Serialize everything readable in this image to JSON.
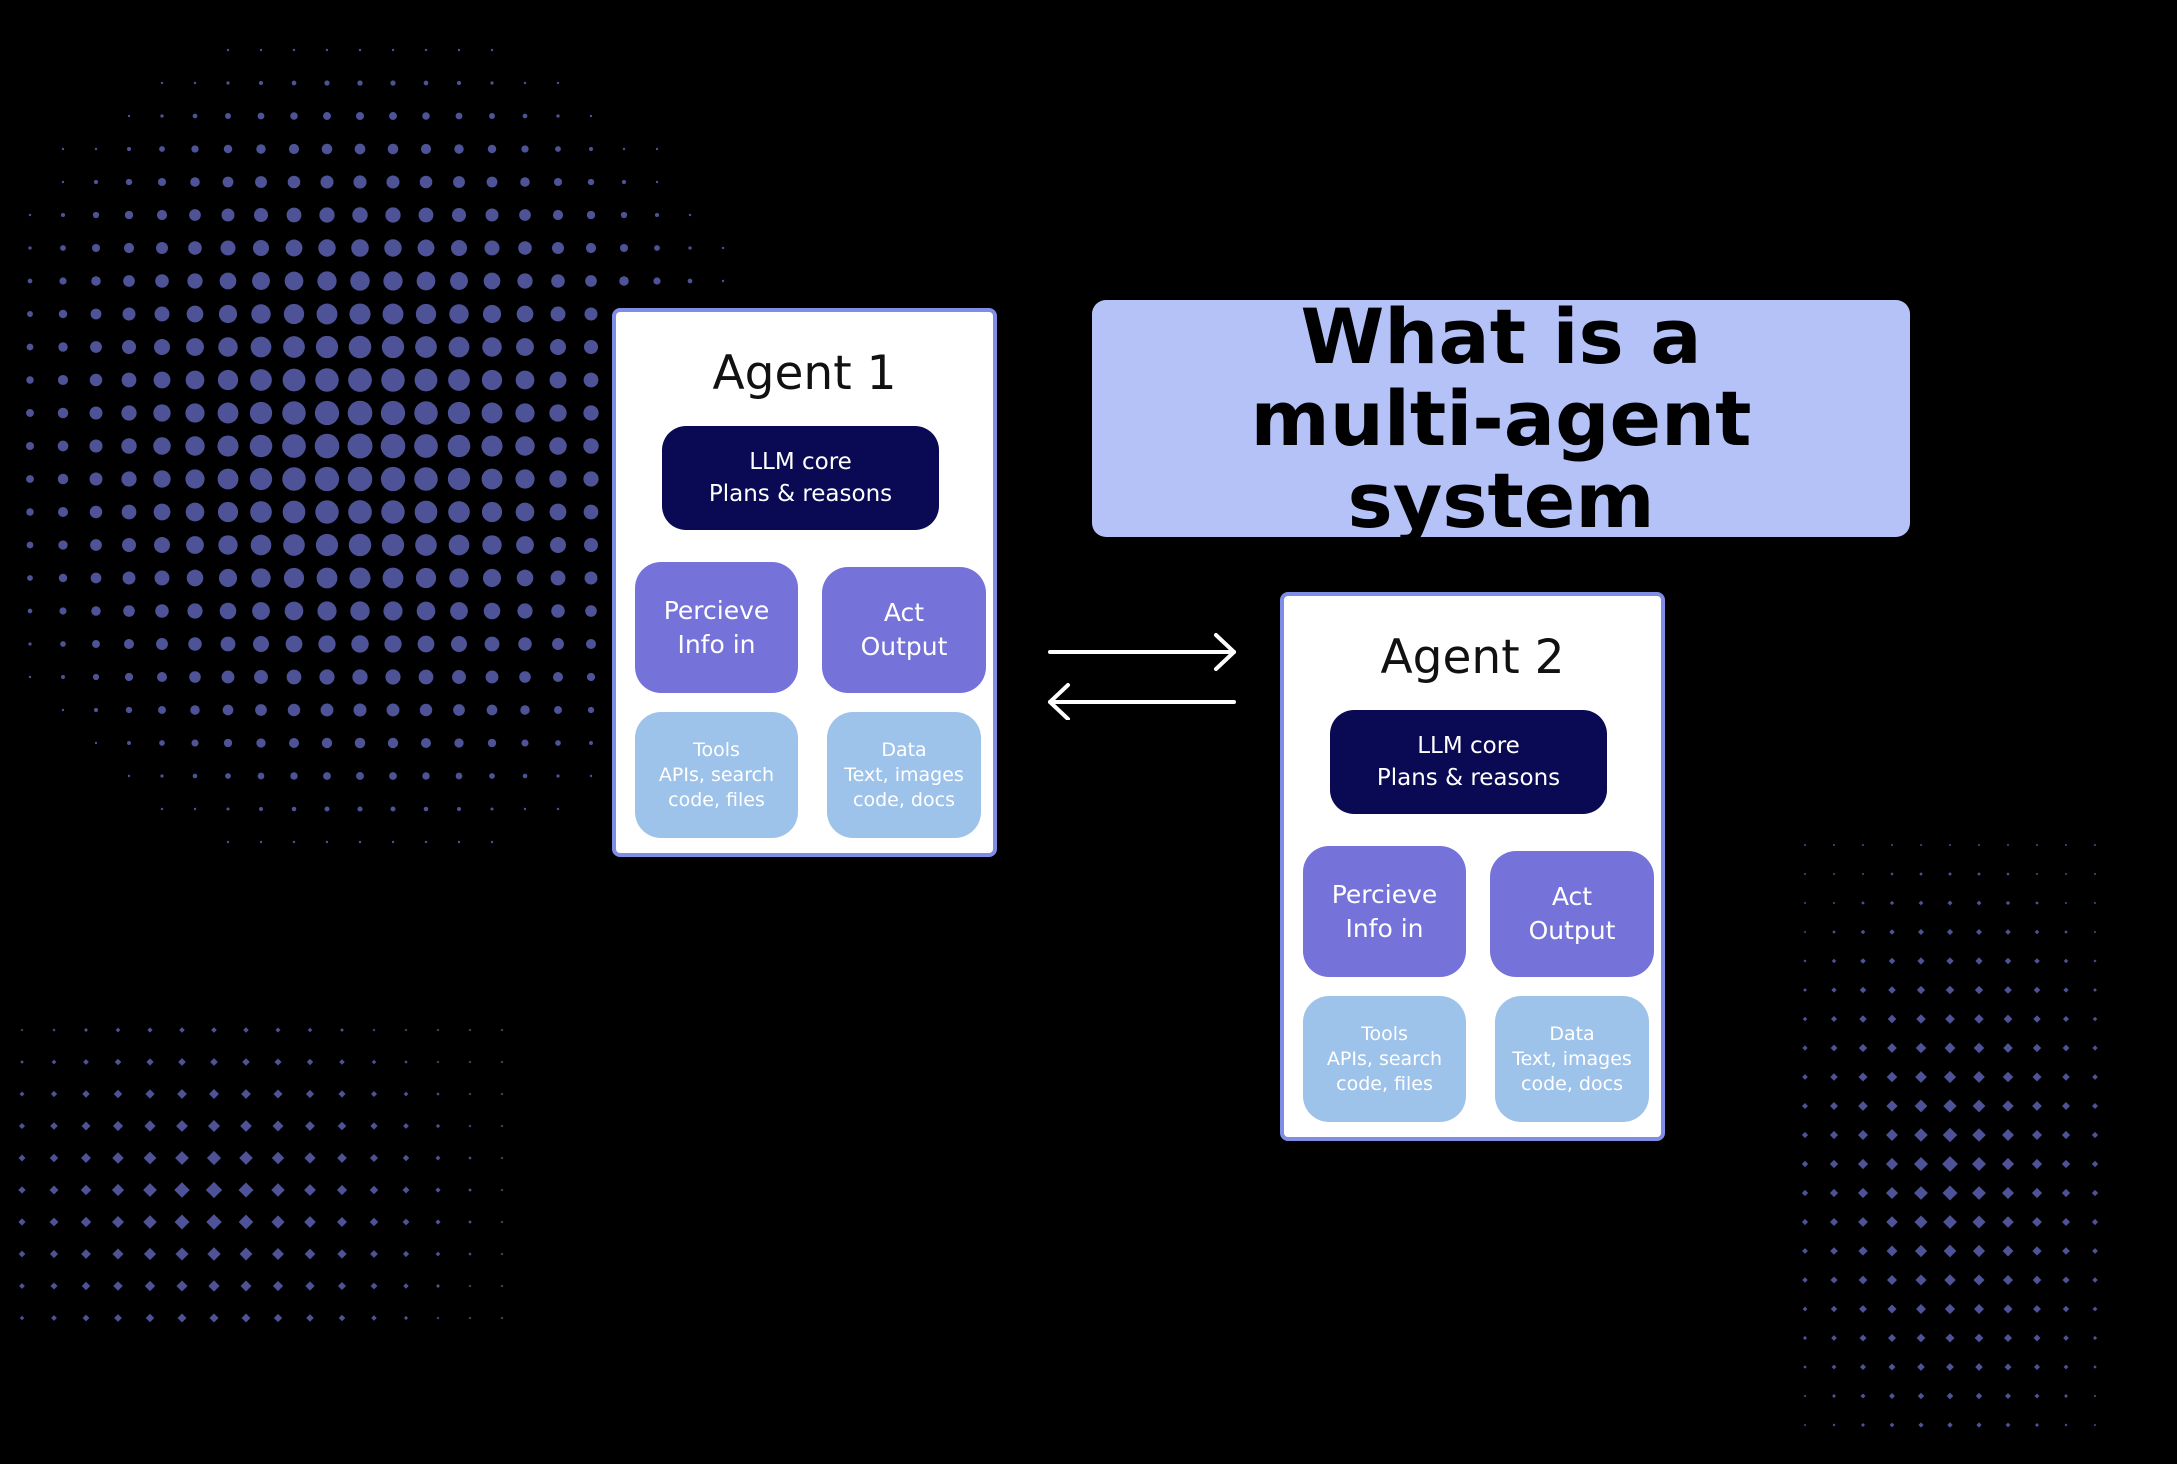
{
  "title": {
    "line1": "What is a",
    "line2": "multi-agent system"
  },
  "agents": [
    {
      "name": "Agent 1",
      "llm_core": {
        "line1": "LLM core",
        "line2": "Plans & reasons"
      },
      "perceive": {
        "line1": "Percieve",
        "line2": "Info in"
      },
      "act": {
        "line1": "Act",
        "line2": "Output"
      },
      "tools": {
        "line1": "Tools",
        "line2": "APIs, search",
        "line3": "code, files"
      },
      "data": {
        "line1": "Data",
        "line2": "Text, images",
        "line3": "code, docs"
      }
    },
    {
      "name": "Agent 2",
      "llm_core": {
        "line1": "LLM core",
        "line2": "Plans & reasons"
      },
      "perceive": {
        "line1": "Percieve",
        "line2": "Info in"
      },
      "act": {
        "line1": "Act",
        "line2": "Output"
      },
      "tools": {
        "line1": "Tools",
        "line2": "APIs, search",
        "line3": "code, files"
      },
      "data": {
        "line1": "Data",
        "line2": "Text, images",
        "line3": "code, docs"
      }
    }
  ],
  "colors": {
    "background": "#000000",
    "title_banner": "#b4c2f8",
    "llm_core": "#0a0a54",
    "perceive_act": "#7572da",
    "tools_data": "#9ec3ea",
    "card_border": "#7f8de6",
    "dots": "#4d5396"
  },
  "icons": {
    "arrow_right": "arrow-right-icon",
    "arrow_left": "arrow-left-icon"
  }
}
